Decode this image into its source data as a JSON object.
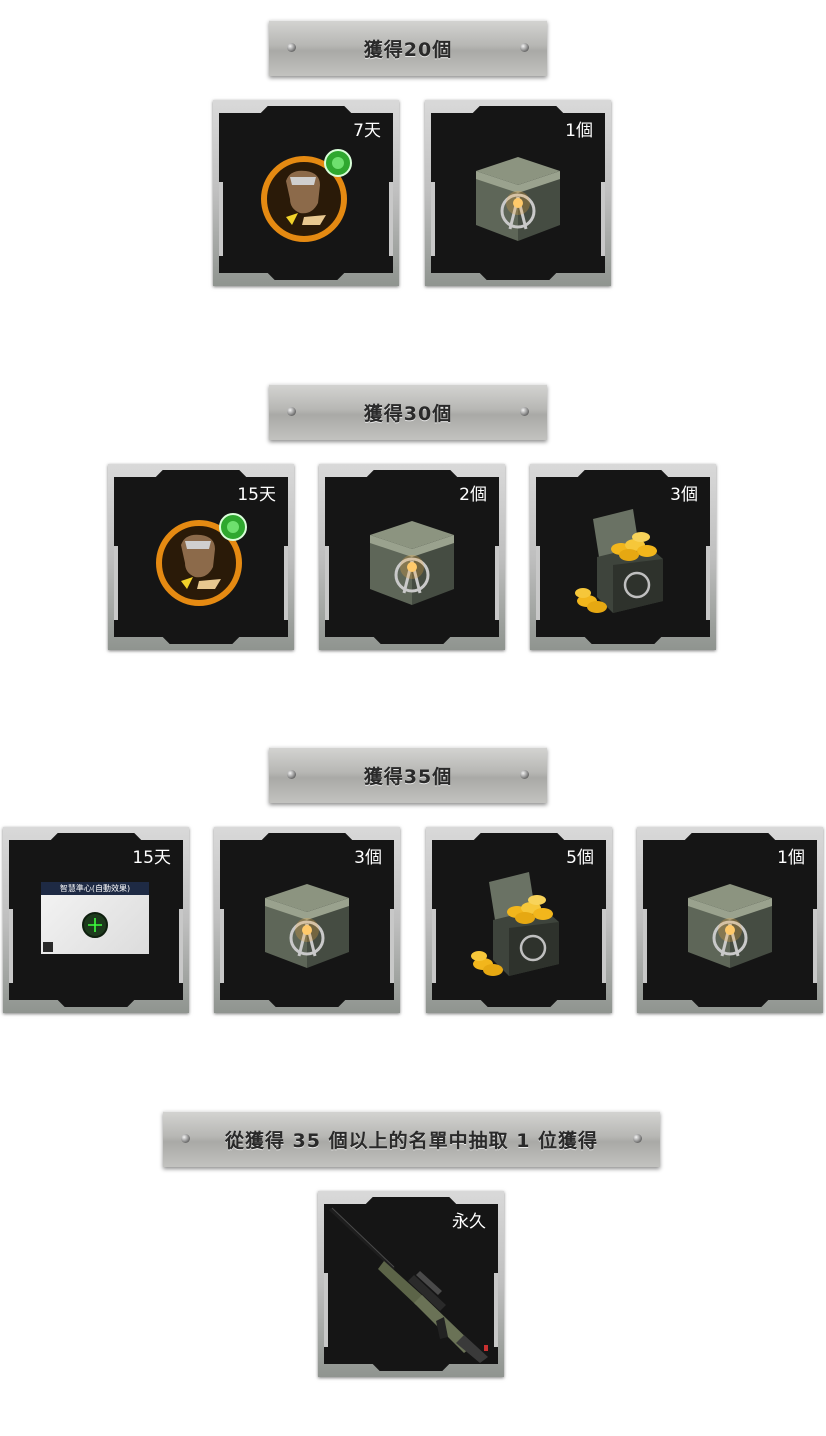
{
  "tiers": [
    {
      "banner": "獲得20個",
      "items": [
        {
          "qty": "7天",
          "icon": "ability-badge-icon"
        },
        {
          "qty": "1個",
          "icon": "supply-box-icon"
        }
      ]
    },
    {
      "banner": "獲得30個",
      "items": [
        {
          "qty": "15天",
          "icon": "ability-badge-icon"
        },
        {
          "qty": "2個",
          "icon": "supply-box-icon"
        },
        {
          "qty": "3個",
          "icon": "gold-coin-box-icon"
        }
      ]
    },
    {
      "banner": "獲得35個",
      "items": [
        {
          "qty": "15天",
          "icon": "crosshair-item-icon",
          "inner_label": "智慧準心(自動效果)"
        },
        {
          "qty": "3個",
          "icon": "supply-box-icon"
        },
        {
          "qty": "5個",
          "icon": "gold-coin-box-icon"
        },
        {
          "qty": "1個",
          "icon": "supply-box-icon"
        }
      ]
    },
    {
      "banner": "從獲得 35 個以上的名單中抽取 1 位獲得",
      "items": [
        {
          "qty": "永久",
          "icon": "sniper-rifle-icon"
        }
      ]
    }
  ],
  "colors": {
    "card_bg": "#151515",
    "banner_text": "#2a2a2a",
    "coin_gold": "#f2b61c",
    "badge_orange": "#e58a12",
    "badge_green": "#2fa82f"
  }
}
